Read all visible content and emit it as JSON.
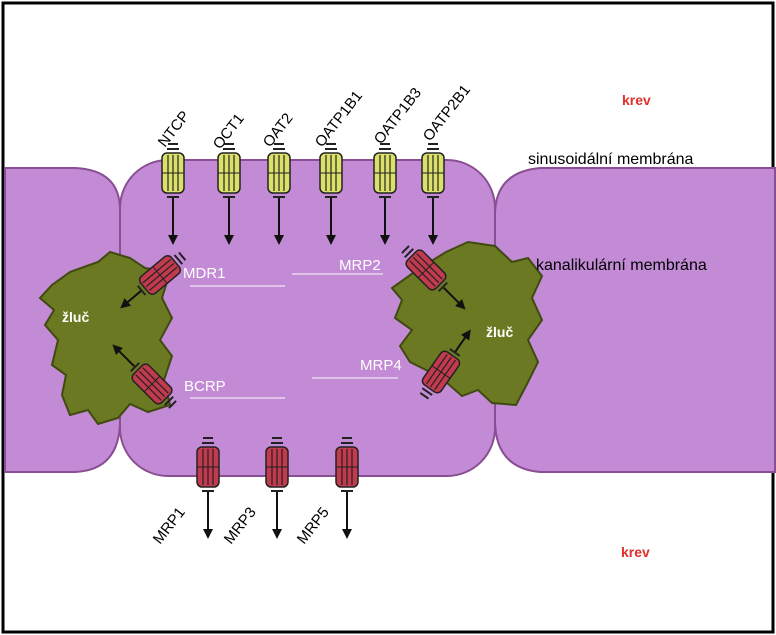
{
  "labels": {
    "blood_top": "krev",
    "blood_bottom": "krev",
    "sinusoidal_membrane": "sinusoidální membrána",
    "canalicular_membrane": "kanalikulární membrána",
    "bile_left": "žluč",
    "bile_right": "žluč"
  },
  "uptake_transporters": [
    "NTCP",
    "OCT1",
    "OAT2",
    "OATP1B1",
    "OATP1B3",
    "OATP2B1"
  ],
  "canalicular_transporters": {
    "mdr1": "MDR1",
    "bcrp": "BCRP",
    "mrp2": "MRP2",
    "mrp4": "MRP4"
  },
  "basolateral_efflux_transporters": [
    "MRP1",
    "MRP3",
    "MRP5"
  ],
  "colors": {
    "cell": "#c38ad6",
    "cell_stroke": "#8a4f93",
    "bile": "#6b7a22",
    "bile_stroke": "#3f4a10",
    "uptake_transporter": "#dbe06a",
    "efflux_transporter": "#c23a4e",
    "blood_label": "#e0302a",
    "frame": "#000000"
  }
}
